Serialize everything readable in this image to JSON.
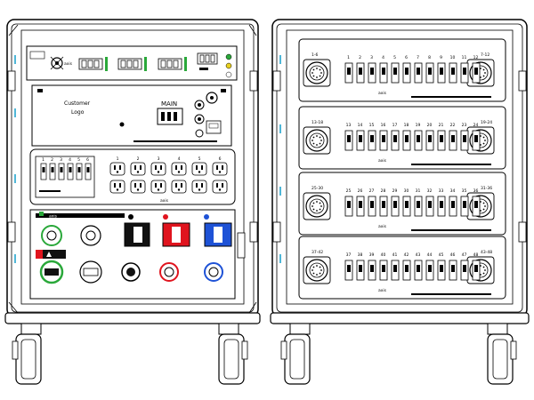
{
  "left_rack": {
    "top_panel": {
      "brand_text": "axis"
    },
    "logo_panel": {
      "customer_line1": "Customer",
      "customer_line2": "Logo",
      "main_label": "MAIN"
    },
    "breaker_panel": {
      "breaker_numbers": [
        "1",
        "2",
        "3",
        "4",
        "5",
        "6"
      ],
      "outlet_numbers": [
        "1",
        "2",
        "3",
        "4",
        "5",
        "6"
      ]
    }
  },
  "right_rack": {
    "sections": [
      {
        "left_label": "1-6",
        "right_label": "7-12",
        "channels": [
          "1",
          "2",
          "3",
          "4",
          "5",
          "6",
          "7",
          "8",
          "9",
          "10",
          "11",
          "12"
        ]
      },
      {
        "left_label": "13-18",
        "right_label": "19-24",
        "channels": [
          "13",
          "14",
          "15",
          "16",
          "17",
          "18",
          "19",
          "20",
          "21",
          "22",
          "23",
          "24"
        ]
      },
      {
        "left_label": "25-30",
        "right_label": "31-36",
        "channels": [
          "25",
          "26",
          "27",
          "28",
          "29",
          "30",
          "31",
          "32",
          "33",
          "34",
          "35",
          "36"
        ]
      },
      {
        "left_label": "37-42",
        "right_label": "43-48",
        "channels": [
          "37",
          "38",
          "39",
          "40",
          "41",
          "42",
          "43",
          "44",
          "45",
          "46",
          "47",
          "48"
        ]
      }
    ]
  },
  "colors": {
    "line": "#000000",
    "panel": "#ffffff",
    "connector_red": "#e0141e",
    "connector_blue": "#1e52d6",
    "connector_green": "#2aa83a",
    "connector_black": "#111111",
    "accent_cyan": "#4fb7d8"
  }
}
